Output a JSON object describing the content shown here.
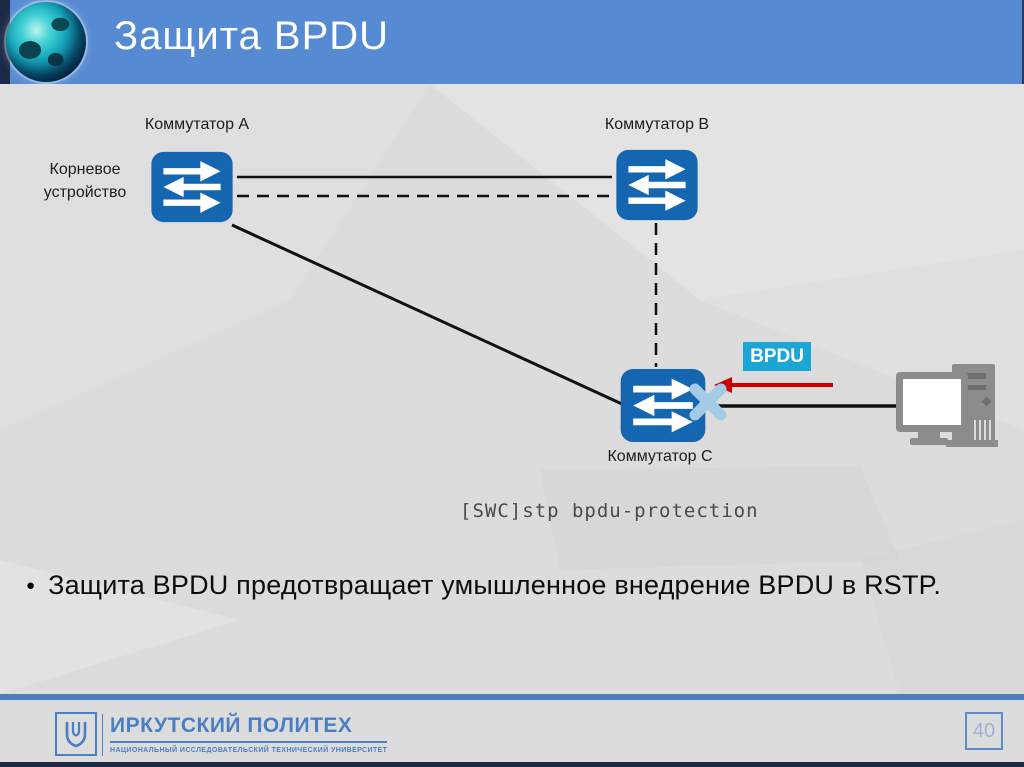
{
  "slide": {
    "title": "Защита BPDU",
    "page_number": "40"
  },
  "diagram": {
    "switch_a": {
      "label": "Коммутатор A"
    },
    "switch_b": {
      "label": "Коммутатор B"
    },
    "switch_c": {
      "label": "Коммутатор C"
    },
    "root_device": {
      "line1": "Корневое",
      "line2": "устройство"
    },
    "bpdu_tag": "BPDU",
    "command": "[SWC]stp bpdu-protection"
  },
  "bullet": {
    "marker": "●",
    "text": "Защита BPDU предотвращает умышленное внедрение BPDU в RSTP."
  },
  "footer": {
    "university_name": "ИРКУТСКИЙ ПОЛИТЕХ",
    "university_subtitle": "НАЦИОНАЛЬНЫЙ ИССЛЕДОВАТЕЛЬСКИЙ ТЕХНИЧЕСКИЙ УНИВЕРСИТЕТ"
  },
  "colors": {
    "banner_blue": "#568ad3",
    "navy": "#1b2945",
    "background_gray": "#dcdcdc",
    "switch_blue": "#1566b1",
    "bpdu_cyan": "#1ca6d6",
    "attack_arrow_red": "#cc0000",
    "blocked_port_x_blue": "#a3cbe5",
    "footer_blue": "#4b7fc4",
    "device_gray": "#8c8c8c"
  }
}
